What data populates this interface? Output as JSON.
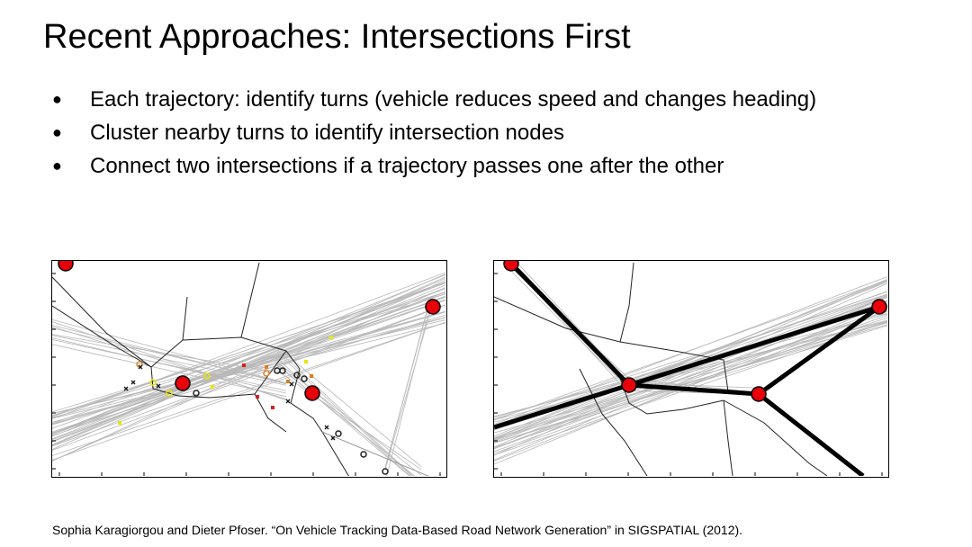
{
  "slide": {
    "title": "Recent Approaches: Intersections First",
    "bullets": [
      "Each trajectory: identify turns (vehicle reduces speed and changes heading)",
      "Cluster nearby turns to identify intersection nodes",
      "Connect two intersections if a trajectory passes one after the other"
    ],
    "citation": "Sophia Karagiorgou and Dieter Pfoser. “On Vehicle Tracking Data-Based Road Network Generation” in SIGSPATIAL (2012)."
  },
  "colors": {
    "node_fill": "#e8000b",
    "node_stroke": "#000000",
    "trajectory": "#b8b8b8",
    "voronoi": "#222222",
    "edge": "#000000",
    "turn_yellow": "#e6e600",
    "turn_orange": "#e07b20",
    "turn_red": "#d42020"
  }
}
